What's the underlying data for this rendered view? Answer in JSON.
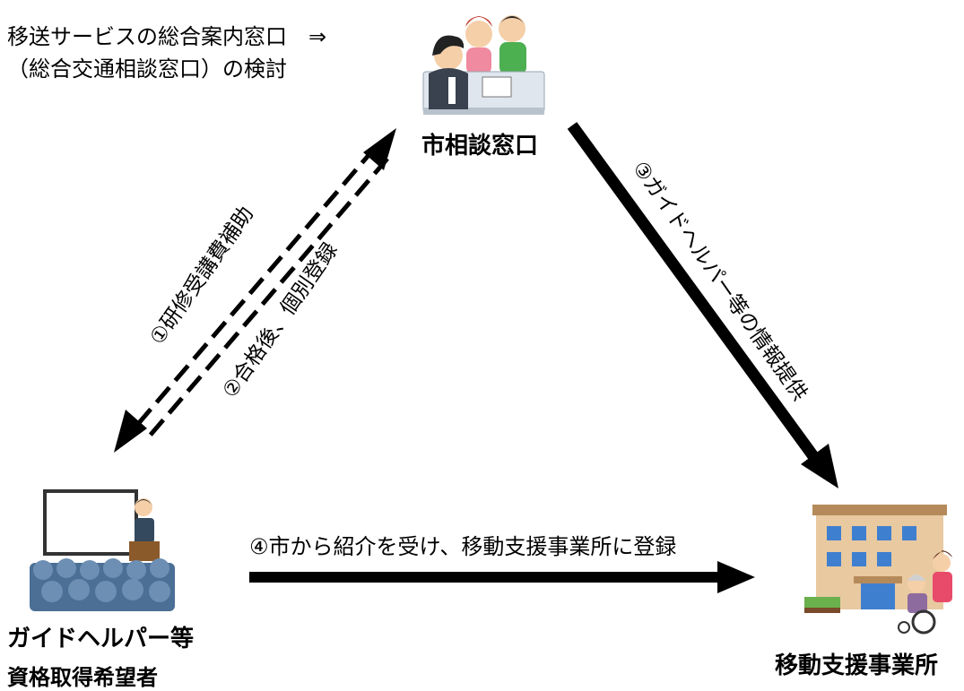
{
  "note": {
    "line1": "移送サービスの総合案内窓口　⇒",
    "line2": "（総合交通相談窓口）の検討"
  },
  "nodes": {
    "city": {
      "label": "市相談窓口",
      "icon": "consultation-desk-icon"
    },
    "applicant": {
      "label_line1": "ガイドヘルパー等",
      "label_line2": "資格取得希望者",
      "icon": "lecture-audience-icon"
    },
    "office": {
      "label": "移動支援事業所",
      "icon": "care-facility-icon"
    }
  },
  "edges": {
    "e1": "①研修受講費補助",
    "e2": "②合格後、個別登録",
    "e3": "③ガイドヘルパー等の情報提供",
    "e4": "④市から紹介を受け、移動支援事業所に登録"
  },
  "colors": {
    "arrow": "#000000",
    "building": "#e8c9a0",
    "building_base": "#b58a5a",
    "window": "#3f7fd0",
    "crowd": "#4b6f95",
    "board": "#ffffff"
  }
}
